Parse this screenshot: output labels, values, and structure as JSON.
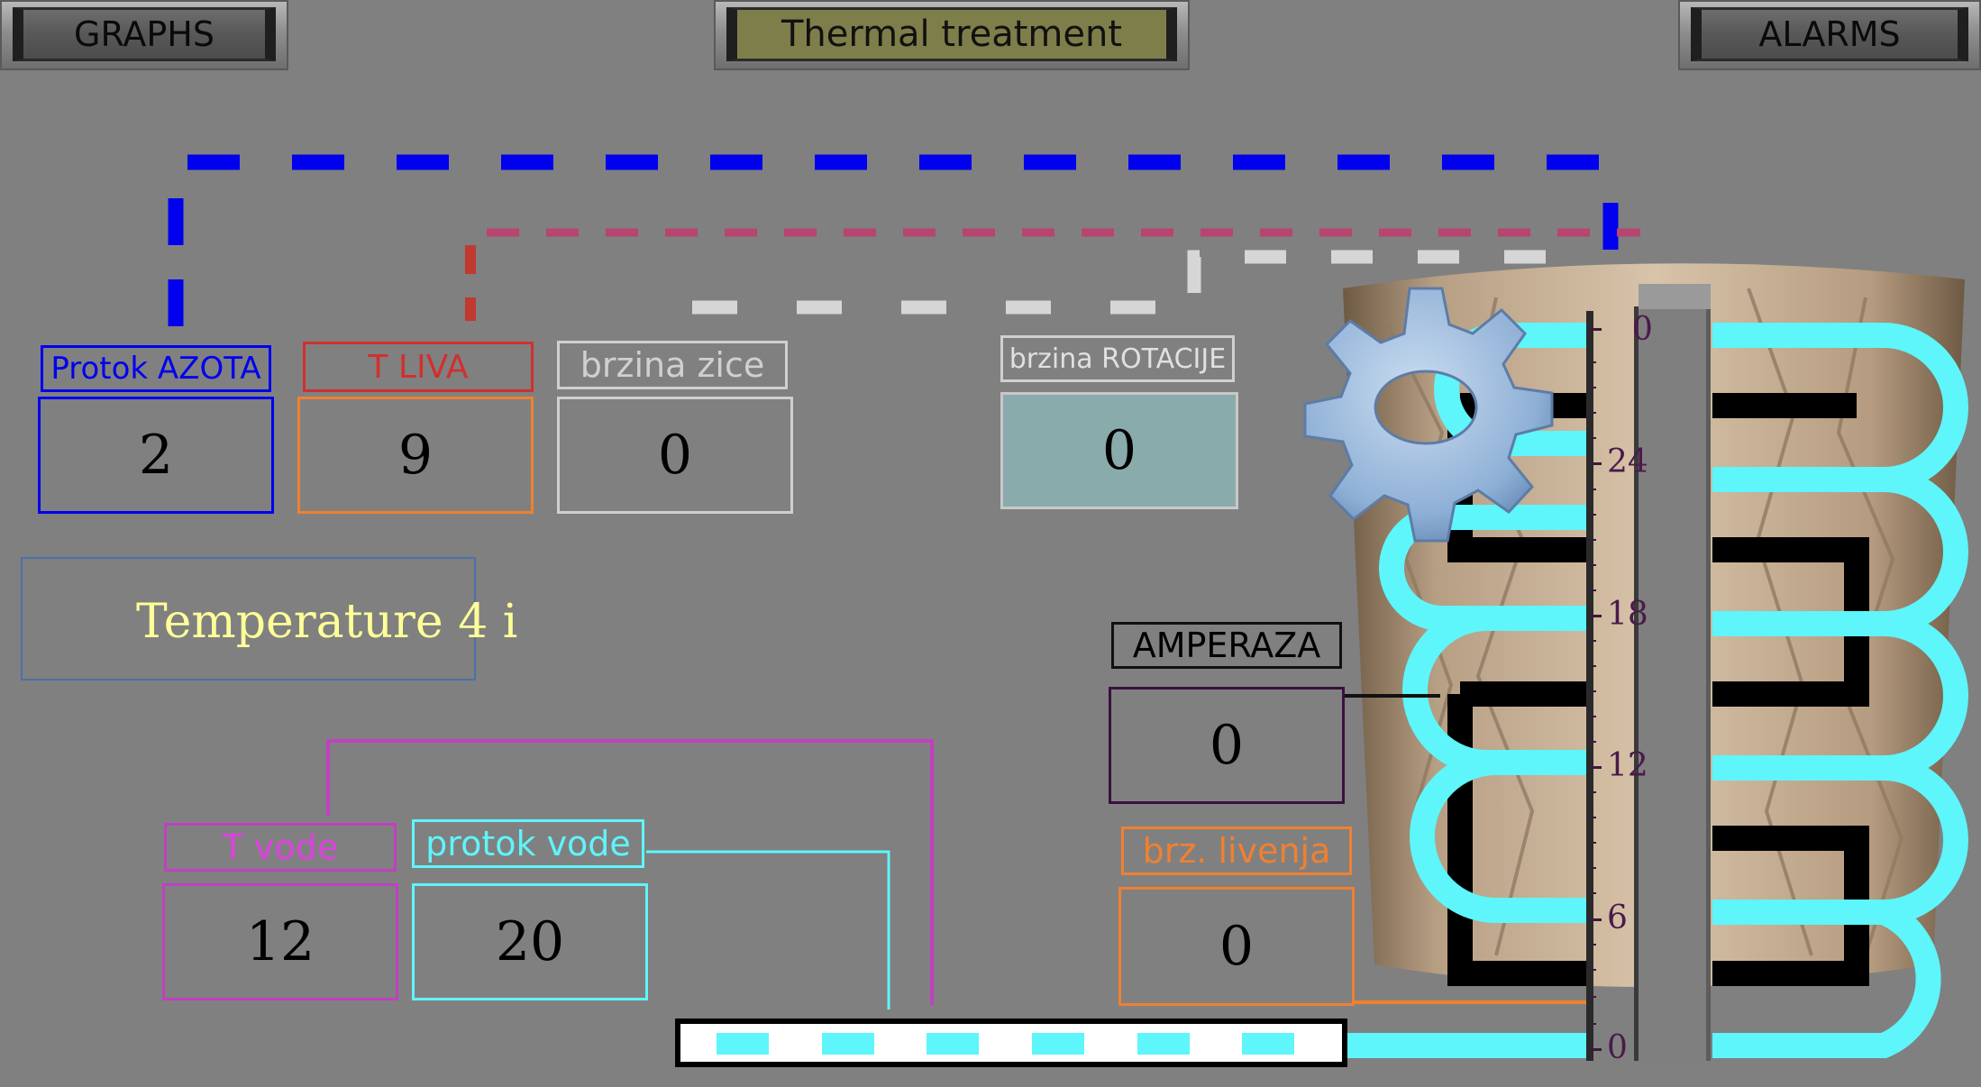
{
  "nav": {
    "graphs_label": "GRAPHS",
    "title": "Thermal treatment",
    "alarms_label": "ALARMS"
  },
  "fields": {
    "protok_azota": {
      "label": "Protok AZOTA",
      "value": "2"
    },
    "t_liva": {
      "label": "T LIVA",
      "value": "9"
    },
    "brzina_zice": {
      "label": "brzina zice",
      "value": "0"
    },
    "brzina_rotacije": {
      "label": "brzina ROTACIJE",
      "value": "0"
    },
    "amperaza": {
      "label": "AMPERAZA",
      "value": "0"
    },
    "brz_livenja": {
      "label": "brz. livenja",
      "value": "0"
    },
    "t_vode": {
      "label": "T vode",
      "value": "12"
    },
    "protok_vode": {
      "label": "protok vode",
      "value": "20"
    }
  },
  "ticker_text": "Temperature 4 i",
  "gauge": {
    "ticks": [
      "0",
      "6",
      "12",
      "18",
      "24",
      "0"
    ],
    "level_fraction": 0.0
  },
  "icons": {
    "gear": "gear-icon",
    "furnace": "furnace-icon",
    "coil": "water-coil-icon",
    "conveyor": "conveyor-icon"
  },
  "colors": {
    "background": "#808080",
    "nitrogen": "#0000ee",
    "casting_temp": "#d03030",
    "wire": "#c8c8c8",
    "water": "#5ef5fb",
    "water_temp": "#c040c0",
    "casting_speed": "#f08030",
    "amperage": "#3a1040",
    "ticker_text": "#ffff99"
  }
}
